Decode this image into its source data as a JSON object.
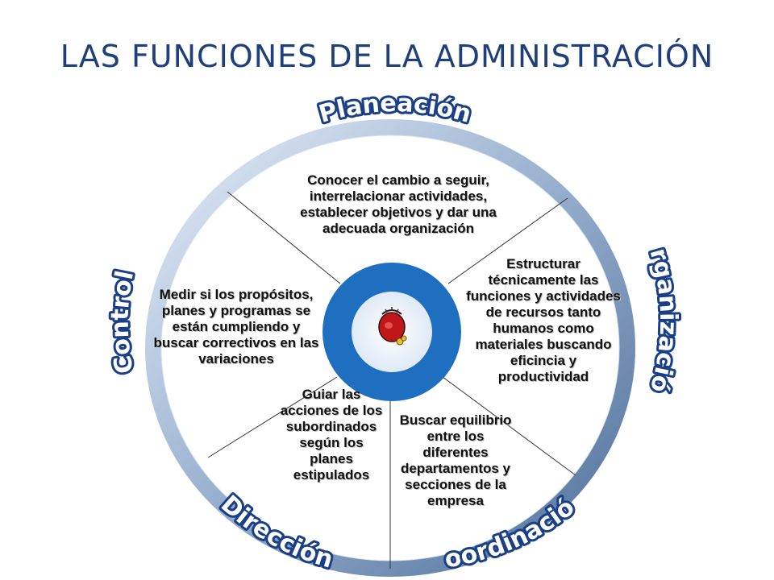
{
  "title": "LAS FUNCIONES DE LA ADMINISTRACIÓN",
  "ring_labels": {
    "planeacion": "Planeación",
    "organizacion": "organización",
    "coordinacion": "Coordinación",
    "direccion": "Dirección",
    "control": "Control"
  },
  "center_label": "Presupuesto",
  "segments": {
    "planeacion": "Conocer el cambio a seguir, interrelacionar actividades, establecer objetivos y dar una adecuada organización",
    "organizacion": "Estructurar técnicamente las funciones y actividades de recursos tanto humanos como materiales buscando eficincia y productividad",
    "coordinacion": "Buscar equilibrio entre los diferentes departamentos y secciones de la empresa",
    "direccion": "Guiar las acciones de los subordinados según los planes estipulados",
    "control": "Medir si los propósitos, planes y programas se están cumpliendo y buscar correctivos en las variaciones"
  },
  "icons": {
    "center": "money-bag-icon"
  },
  "colors": {
    "title": "#1f3f7a",
    "ring_light": "#c5d6ea",
    "ring_dark": "#5f7fa8",
    "center_blue": "#1e6fc0",
    "label_outline": "#1a3f86"
  }
}
